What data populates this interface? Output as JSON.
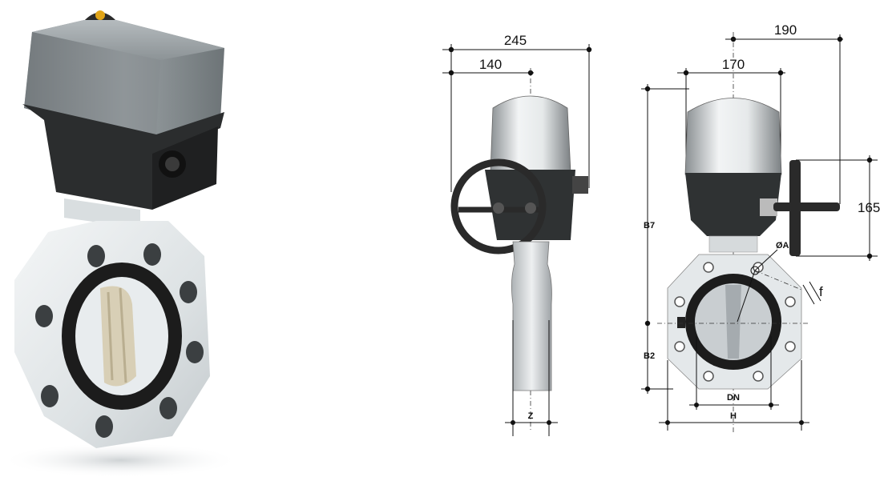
{
  "dimensions": {
    "side_overall_width": "245",
    "side_axis_offset": "140",
    "side_body_width": "Z",
    "front_top_offset": "190",
    "front_actuator_width": "170",
    "front_handwheel_height": "165",
    "front_height_upper": "B7",
    "front_height_lower": "B2",
    "front_bore_diameter": "ØA",
    "front_flange_thickness": "f",
    "front_nominal_diameter": "DN",
    "front_overall_width": "H"
  },
  "colors": {
    "pvc_body": "#e4e8ea",
    "actuator_gray": "#7f8689",
    "actuator_base": "#2b2d2e",
    "seal_black": "#1c1c1c",
    "disc_beige": "#d8cfb6"
  },
  "icons": {
    "indicator": "status-indicator-icon",
    "handwheel": "handwheel-icon"
  }
}
